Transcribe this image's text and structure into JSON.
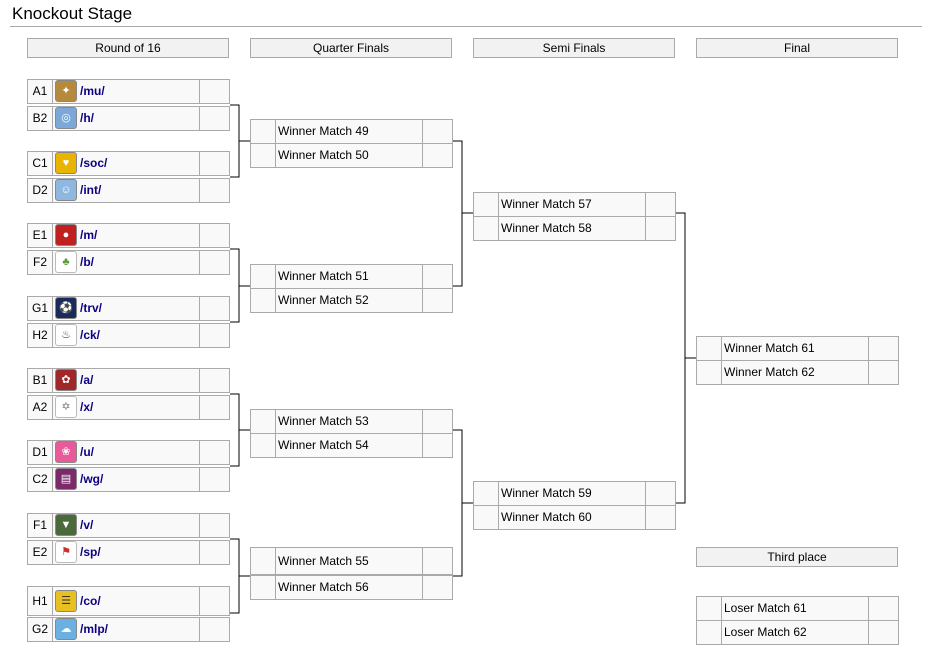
{
  "title": "Knockout Stage",
  "columns": {
    "r16": "Round of 16",
    "qf": "Quarter Finals",
    "sf": "Semi Finals",
    "final": "Final"
  },
  "third_place_heading": "Third place",
  "colors": {
    "border": "#aaaaaa",
    "header_bg": "#f2f2f2",
    "cell_bg": "#f9f9f9",
    "link": "#0b0080"
  },
  "round_of_16": [
    {
      "seed": "A1",
      "team": "/mu/",
      "logo": "mu-logo-icon",
      "logo_color": "#b58a3a"
    },
    {
      "seed": "B2",
      "team": "/h/",
      "logo": "h-logo-icon",
      "logo_color": "#7aa8d8"
    },
    {
      "seed": "C1",
      "team": "/soc/",
      "logo": "soc-logo-icon",
      "logo_color": "#e8b400"
    },
    {
      "seed": "D2",
      "team": "/int/",
      "logo": "int-logo-icon",
      "logo_color": "#8fb8e0"
    },
    {
      "seed": "E1",
      "team": "/m/",
      "logo": "m-logo-icon",
      "logo_color": "#c02020"
    },
    {
      "seed": "F2",
      "team": "/b/",
      "logo": "b-logo-icon",
      "logo_color": "#5a9a3a"
    },
    {
      "seed": "G1",
      "team": "/trv/",
      "logo": "trv-logo-icon",
      "logo_color": "#1a2a5a"
    },
    {
      "seed": "H2",
      "team": "/ck/",
      "logo": "ck-logo-icon",
      "logo_color": "#666666"
    },
    {
      "seed": "B1",
      "team": "/a/",
      "logo": "a-logo-icon",
      "logo_color": "#a02828"
    },
    {
      "seed": "A2",
      "team": "/x/",
      "logo": "x-logo-icon",
      "logo_color": "#9a9a9a"
    },
    {
      "seed": "D1",
      "team": "/u/",
      "logo": "u-logo-icon",
      "logo_color": "#e85a9a"
    },
    {
      "seed": "C2",
      "team": "/wg/",
      "logo": "wg-logo-icon",
      "logo_color": "#7a2a6a"
    },
    {
      "seed": "F1",
      "team": "/v/",
      "logo": "v-logo-icon",
      "logo_color": "#4a6a3a"
    },
    {
      "seed": "E2",
      "team": "/sp/",
      "logo": "sp-logo-icon",
      "logo_color": "#c83030"
    },
    {
      "seed": "H1",
      "team": "/co/",
      "logo": "co-logo-icon",
      "logo_color": "#e8c020"
    },
    {
      "seed": "G2",
      "team": "/mlp/",
      "logo": "mlp-logo-icon",
      "logo_color": "#6ab0e0"
    }
  ],
  "quarter_finals": [
    "Winner Match 49",
    "Winner Match 50",
    "Winner Match 51",
    "Winner Match 52",
    "Winner Match 53",
    "Winner Match 54",
    "Winner Match 55",
    "Winner Match 56"
  ],
  "semi_finals": [
    "Winner Match 57",
    "Winner Match 58",
    "Winner Match 59",
    "Winner Match 60"
  ],
  "final": [
    "Winner Match 61",
    "Winner Match 62"
  ],
  "third_place": [
    "Loser Match 61",
    "Loser Match 62"
  ]
}
